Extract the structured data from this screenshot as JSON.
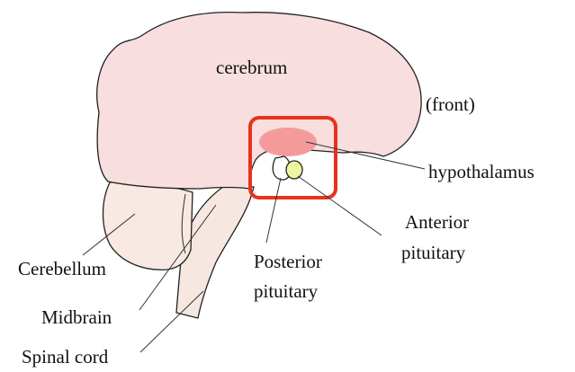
{
  "diagram": {
    "labels": {
      "cerebrum": "cerebrum",
      "front": "(front)",
      "hypothalamus": "hypothalamus",
      "anterior_pituitary_line1": "Anterior",
      "anterior_pituitary_line2": "pituitary",
      "posterior_pituitary_line1": "Posterior",
      "posterior_pituitary_line2": "pituitary",
      "cerebellum": "Cerebellum",
      "midbrain": "Midbrain",
      "spinal_cord": "Spinal cord"
    },
    "colors": {
      "cerebrum_fill": "#f8dede",
      "cerebellum_fill": "#f8e9e2",
      "brainstem_fill": "#f6e8e0",
      "hypothalamus_fill": "#f59a9a",
      "anterior_pituitary_fill": "#eef5a0",
      "highlight_box": "#e8321e"
    }
  }
}
